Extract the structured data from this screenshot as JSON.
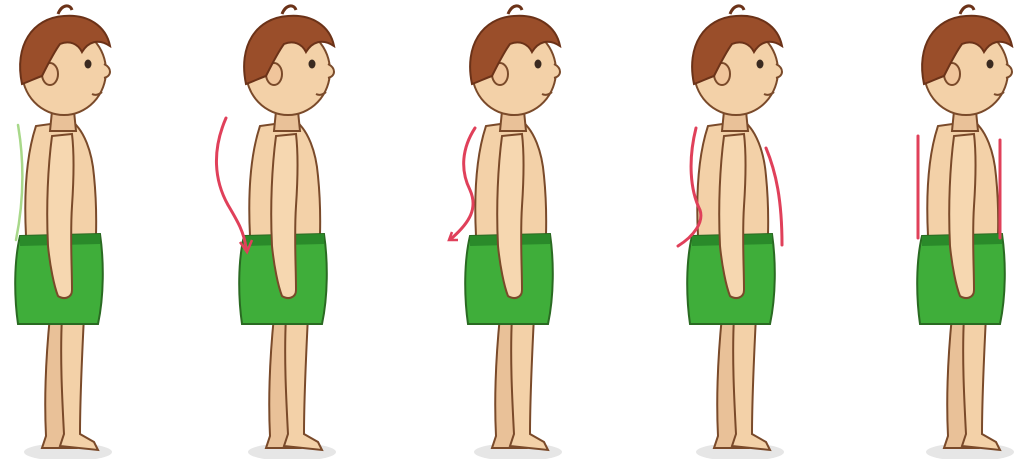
{
  "figure": {
    "panels": [
      {
        "id": "normal",
        "spine_marker": "single-line",
        "marker_color": "#a8d88a"
      },
      {
        "id": "curved-upper",
        "spine_marker": "s-curve-back",
        "marker_color": "#e0405a"
      },
      {
        "id": "curved-lower",
        "spine_marker": "s-curve-back",
        "marker_color": "#e0405a"
      },
      {
        "id": "sway",
        "spine_marker": "two-arcs",
        "marker_color": "#e0405a"
      },
      {
        "id": "flat",
        "spine_marker": "two-vertical-lines",
        "marker_color": "#e0405a"
      }
    ],
    "colors": {
      "skin": "#f3d1a8",
      "skin_shadow": "#e3b58a",
      "hair": "#9a4e2a",
      "hair_dark": "#6b3218",
      "shorts": "#3fae3a",
      "shorts_dark": "#2a8a2a",
      "outline": "#7a4a2a",
      "floor_shadow": "#e6e6e6"
    }
  }
}
